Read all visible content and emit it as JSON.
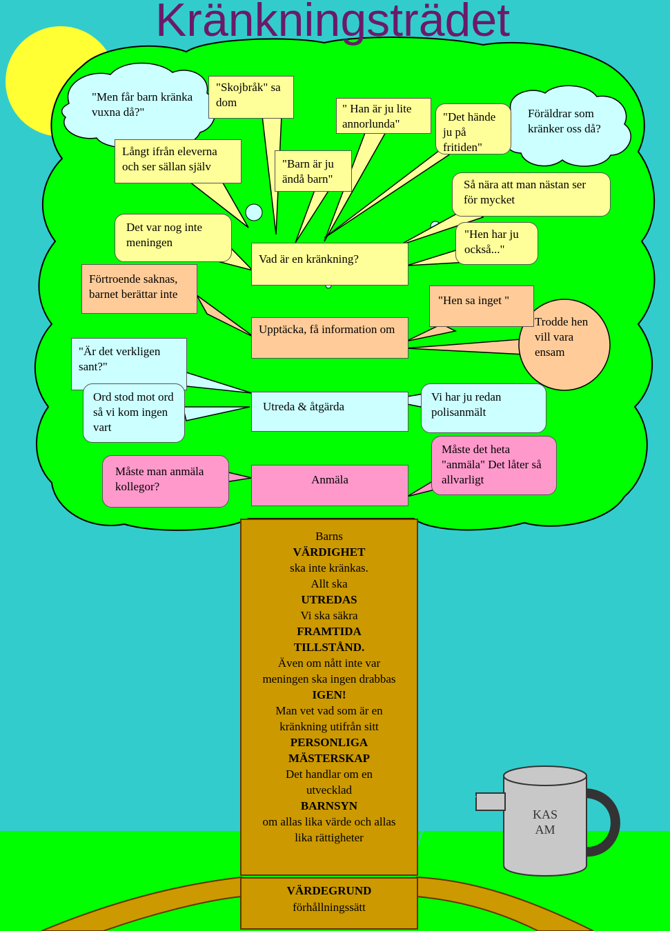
{
  "title": "Kränkningsträdet",
  "questions": {
    "main": "Vad är en kränkning?",
    "discover": "Upptäcka, få information om",
    "investigate": "Utreda & åtgärda",
    "report": "Anmäla"
  },
  "clouds": {
    "left": "\"Men får barn kränka vuxna då?\"",
    "right": "Föräldrar som kränker oss då?"
  },
  "bubbles": {
    "skojbrak": "\"Skojbråk\" sa dom",
    "lite_annorlunda": "\" Han är ju lite annorlunda\"",
    "det_hande": "\"Det hände ju på fritiden\"",
    "langt_ifran": "Långt ifrån eleverna och ser sällan själv",
    "barn_ar_ju": "\"Barn är ju ändå barn\"",
    "sa_nara": "Så nära att man nästan ser för mycket",
    "det_var_nog": "Det var nog inte meningen",
    "hen_har_ju": "\"Hen har ju också...\"",
    "fortroende": "Förtroende saknas, barnet berättar inte",
    "hen_sa_inget": "\"Hen sa inget \"",
    "trodde_hen": "Trodde hen vill vara ensam",
    "ar_det_verkligen": "\"Är det verkligen sant?\"",
    "ord_stod": "Ord stod mot ord så vi kom ingen vart",
    "polisanmalt": "Vi har ju redan polisanmält",
    "anmala_kollegor": "Måste man anmäla kollegor?",
    "heta_anmala": "Måste det heta \"anmäla\" Det låter så allvarligt"
  },
  "trunk": {
    "l1": "Barns",
    "l2": "VÄRDIGHET",
    "l3": "ska inte kränkas.",
    "l4": "Allt ska",
    "l5": "UTREDAS",
    "l6": "Vi ska säkra",
    "l7": "FRAMTIDA",
    "l8": "TILLSTÅND.",
    "l9": "Även om nått inte var",
    "l10": "meningen ska ingen drabbas",
    "l11": "IGEN!",
    "l12": "Man vet vad som är en",
    "l13": "kränkning utifrån sitt",
    "l14": "PERSONLIGA",
    "l15": "MÄSTERSKAP",
    "l16": "Det handlar om en",
    "l17": "utvecklad",
    "l18": "BARNSYN",
    "l19": "om allas lika värde och allas",
    "l20": "lika rättigheter"
  },
  "root": {
    "l1": "VÄRDEGRUND",
    "l2": "förhållningssätt"
  },
  "mug_label": "KAS AM",
  "colors": {
    "sky": "#33cccc",
    "grass": "#00ff00",
    "foliage": "#00ff00",
    "sun": "#ffff33",
    "trunk": "#cc9900",
    "title": "#6b1a6b"
  }
}
